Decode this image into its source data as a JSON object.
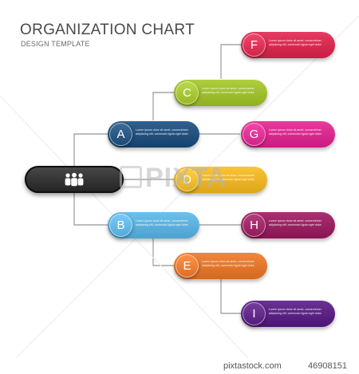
{
  "header": {
    "title": "ORGANIZATION CHART",
    "subtitle": "DESIGN TEMPLATE"
  },
  "root": {
    "icon": "people-group-icon",
    "color": "#333333"
  },
  "placeholder_text": "Lorem ipsum dolor sit amet, consectetuer adipiscing elit, commodo ligula eget dolor.",
  "nodes": [
    {
      "key": "a",
      "letter": "A",
      "color": "#1f4e7a"
    },
    {
      "key": "b",
      "letter": "B",
      "color": "#5aaedb"
    },
    {
      "key": "c",
      "letter": "C",
      "color": "#9cbc2c"
    },
    {
      "key": "d",
      "letter": "D",
      "color": "#e8b224"
    },
    {
      "key": "e",
      "letter": "E",
      "color": "#e0742b"
    },
    {
      "key": "f",
      "letter": "F",
      "color": "#d4294f"
    },
    {
      "key": "g",
      "letter": "G",
      "color": "#d6288c"
    },
    {
      "key": "h",
      "letter": "H",
      "color": "#96205f"
    },
    {
      "key": "i",
      "letter": "I",
      "color": "#582080"
    }
  ],
  "watermark": {
    "text": "PIXTA"
  },
  "footer": {
    "left": "pixtastock.com",
    "right": "46908151"
  }
}
